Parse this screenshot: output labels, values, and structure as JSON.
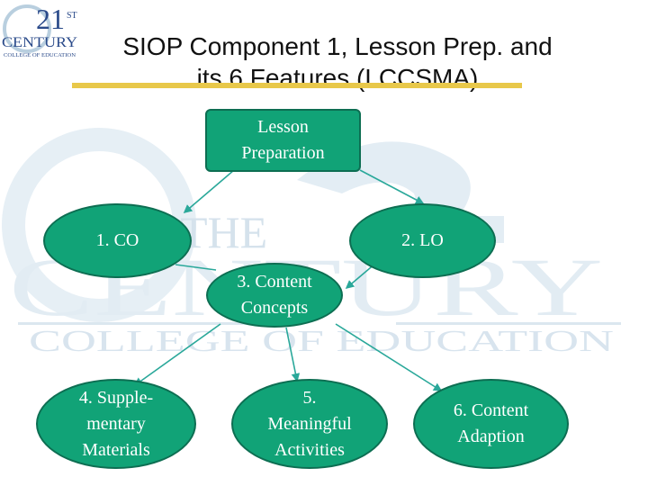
{
  "title": {
    "line1": "SIOP Component 1, Lesson Prep. and",
    "line2": "its 6 Features (LCCSMA)"
  },
  "logo": {
    "number": "21",
    "superscript": "ST",
    "word": "CENTURY",
    "tagline": "COLLEGE OF EDUCATION"
  },
  "watermark": {
    "text_the": "THE",
    "text_century": "CENTURY",
    "text_college": "COLLEGE OF EDUCATION"
  },
  "nodes": {
    "lesson_preparation": {
      "line1": "Lesson",
      "line2": "Preparation"
    },
    "co": {
      "label": "1. CO"
    },
    "lo": {
      "label": "2. LO"
    },
    "content_concepts": {
      "line1": "3. Content",
      "line2": "Concepts"
    },
    "supplementary": {
      "line1": "4. Supple-",
      "line2": "mentary",
      "line3": "Materials"
    },
    "meaningful": {
      "line1": "5.",
      "line2": "Meaningful",
      "line3": "Activities"
    },
    "adaption": {
      "line1": "6. Content",
      "line2": "Adaption"
    }
  },
  "colors": {
    "node_fill": "#11a377",
    "node_border": "#0d6e52",
    "connector": "#2aa89a",
    "title_rule": "#e8c84a",
    "watermark": "#dbe7ef"
  }
}
